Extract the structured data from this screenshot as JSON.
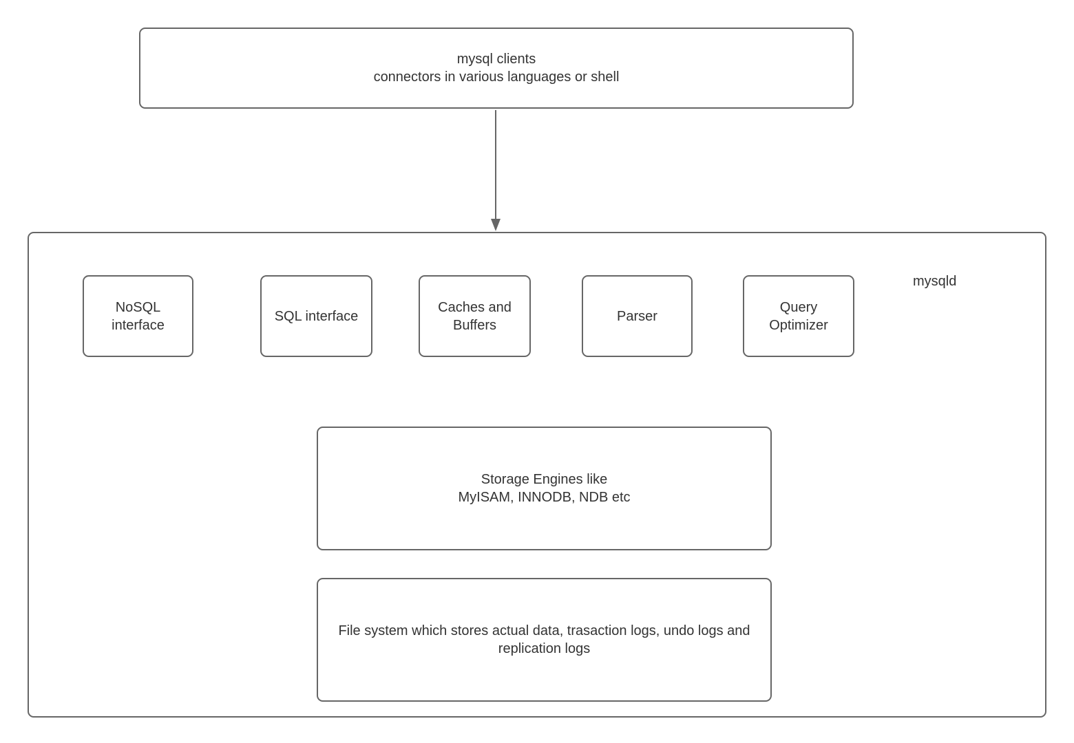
{
  "diagram": {
    "background_color": "#ffffff",
    "border_color": "#666666",
    "text_color": "#333333",
    "clients_box": {
      "line1": "mysql clients",
      "line2": "connectors in various languages or shell"
    },
    "mysqld_label": "mysqld",
    "row_boxes": [
      {
        "label": "NoSQL interface"
      },
      {
        "label": "SQL interface"
      },
      {
        "label": "Caches and Buffers"
      },
      {
        "label": "Parser"
      },
      {
        "label": "Query Optimizer"
      }
    ],
    "storage_box": {
      "line1": "Storage Engines like",
      "line2": "MyISAM, INNODB, NDB etc"
    },
    "filesystem_box": {
      "label": "File system which stores actual data, trasaction logs, undo logs and replication logs"
    }
  }
}
